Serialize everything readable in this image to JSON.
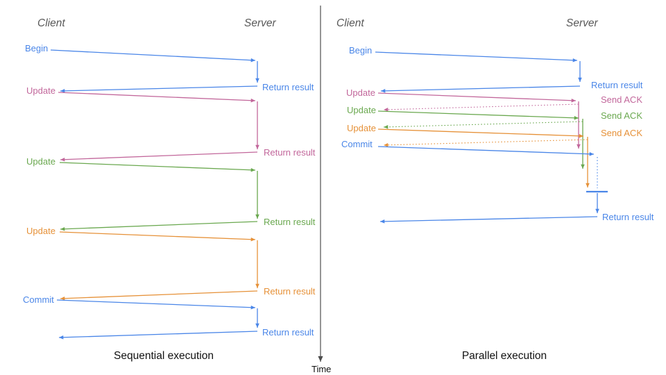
{
  "colors": {
    "blue": "#4a86e8",
    "pink": "#c2679b",
    "green": "#6aa84f",
    "orange": "#e69138",
    "header_gray": "#595959",
    "axis_gray": "#4d4d4d",
    "caption_black": "#111111"
  },
  "left": {
    "client": "Client",
    "server": "Server",
    "caption": "Sequential execution",
    "messages": [
      {
        "label": "Begin",
        "color": "#4a86e8",
        "response": "Return result"
      },
      {
        "label": "Update",
        "color": "#c2679b",
        "response": "Return result"
      },
      {
        "label": "Update",
        "color": "#6aa84f",
        "response": "Return result"
      },
      {
        "label": "Update",
        "color": "#e69138",
        "response": "Return result"
      },
      {
        "label": "Commit",
        "color": "#4a86e8",
        "response": "Return result"
      }
    ]
  },
  "right": {
    "client": "Client",
    "server": "Server",
    "caption": "Parallel execution",
    "messages": [
      {
        "label": "Begin",
        "color": "#4a86e8",
        "response": "Return result"
      },
      {
        "label": "Update",
        "color": "#c2679b",
        "response": "Send ACK"
      },
      {
        "label": "Update",
        "color": "#6aa84f",
        "response": "Send ACK"
      },
      {
        "label": "Update",
        "color": "#e69138",
        "response": "Send ACK"
      },
      {
        "label": "Commit",
        "color": "#4a86e8",
        "response": "Return result"
      }
    ]
  },
  "time_axis": {
    "label": "Time"
  }
}
